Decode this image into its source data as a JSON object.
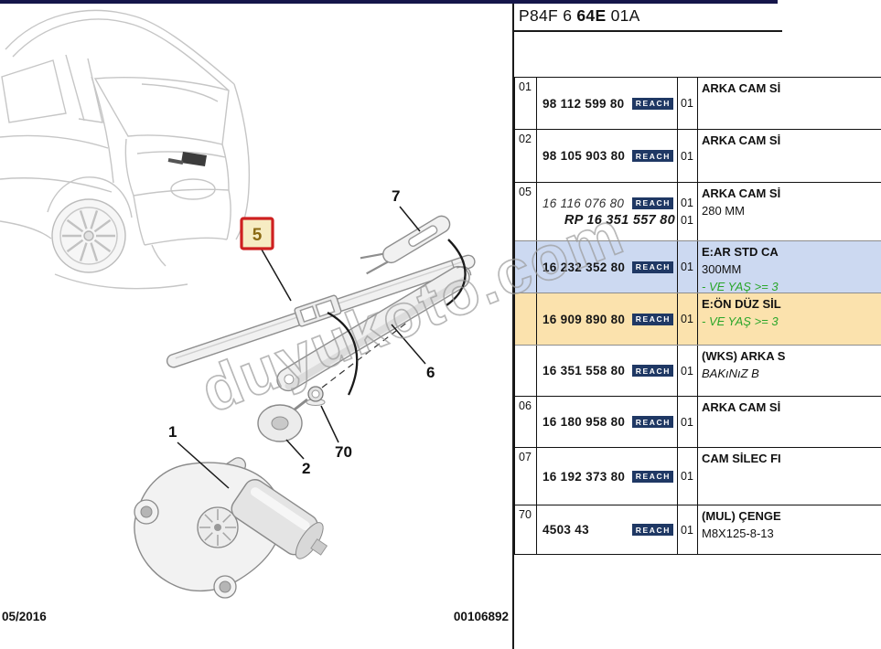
{
  "header": {
    "part1": "P84F 6 ",
    "part2_bold": "64E",
    "part3": " 01A"
  },
  "footer": {
    "date": "05/2016",
    "doc_number": "00106892"
  },
  "watermark_text": "duyukoto.com",
  "reach_label": "REACH",
  "colors": {
    "topbar_navy": "#15164a",
    "reach_badge_bg": "#1f3864",
    "highlight_blue": "#ccd9f1",
    "highlight_orange": "#fbe2ad",
    "green_text": "#2aa62a",
    "callout_border_red": "#ce2020",
    "callout_fill": "#f6ecc3",
    "callout_text": "#8a6a14"
  },
  "diagram": {
    "callout_labels": [
      "1",
      "2",
      "5",
      "6",
      "7",
      "70"
    ],
    "highlighted_callout": "5"
  },
  "table": {
    "rows": [
      {
        "ref": "01",
        "border": "none",
        "highlight": null,
        "parts": [
          {
            "num": "98 112 599 80",
            "style": "bold",
            "reach": true,
            "qty": "01"
          }
        ],
        "desc": [
          {
            "text": "ARKA CAM Sİ",
            "style": "bold"
          }
        ]
      },
      {
        "ref": "02",
        "border": "heavy",
        "highlight": null,
        "parts": [
          {
            "num": "98 105 903 80",
            "style": "bold",
            "reach": true,
            "qty": "01"
          }
        ],
        "desc": [
          {
            "text": "ARKA CAM Sİ",
            "style": "bold"
          }
        ]
      },
      {
        "ref": "05",
        "border": "heavy",
        "highlight": null,
        "parts": [
          {
            "num": "16 116 076 80",
            "style": "italic",
            "reach": true,
            "qty": "01"
          },
          {
            "num": "RP 16 351 557 80",
            "style": "bold-italic-right",
            "reach": false,
            "qty": "01"
          }
        ],
        "desc": [
          {
            "text": "ARKA CAM Sİ",
            "style": "bold"
          },
          {
            "text": "280 MM",
            "style": "normal"
          }
        ]
      },
      {
        "ref": "",
        "border": "thin",
        "highlight": "blue",
        "parts": [
          {
            "num": "16 232 352 80",
            "style": "bold",
            "reach": true,
            "qty": "01"
          }
        ],
        "desc": [
          {
            "text": "E:AR STD CA",
            "style": "bold"
          },
          {
            "text": "300MM",
            "style": "normal"
          },
          {
            "text": "- VE YAŞ >= 3",
            "style": "green"
          }
        ]
      },
      {
        "ref": "",
        "border": "thin",
        "highlight": "orange",
        "parts": [
          {
            "num": "16 909 890 80",
            "style": "bold",
            "reach": true,
            "qty": "01"
          }
        ],
        "desc": [
          {
            "text": "E:ÖN DÜZ SİL",
            "style": "bold"
          },
          {
            "text": "- VE YAŞ >= 3",
            "style": "green"
          }
        ]
      },
      {
        "ref": "",
        "border": "thin",
        "highlight": null,
        "parts": [
          {
            "num": "16 351 558 80",
            "style": "bold",
            "reach": true,
            "qty": "01"
          }
        ],
        "desc": [
          {
            "text": "(WKS) ARKA S",
            "style": "bold"
          },
          {
            "text": "BAKıNıZ B",
            "style": "italic"
          }
        ]
      },
      {
        "ref": "06",
        "border": "heavy",
        "highlight": null,
        "parts": [
          {
            "num": "16 180 958 80",
            "style": "bold",
            "reach": true,
            "qty": "01"
          }
        ],
        "desc": [
          {
            "text": "ARKA CAM Sİ",
            "style": "bold"
          }
        ]
      },
      {
        "ref": "07",
        "border": "heavy",
        "highlight": null,
        "parts": [
          {
            "num": "16 192 373 80",
            "style": "bold",
            "reach": true,
            "qty": "01"
          }
        ],
        "desc": [
          {
            "text": "CAM SİLEC FI",
            "style": "bold"
          }
        ]
      },
      {
        "ref": "70",
        "border": "heavy",
        "highlight": null,
        "parts": [
          {
            "num": "4503 43",
            "style": "bold",
            "reach": true,
            "qty": "01"
          }
        ],
        "desc": [
          {
            "text": "(MUL) ÇENGE",
            "style": "bold"
          },
          {
            "text": "M8X125-8-13",
            "style": "normal"
          }
        ]
      }
    ]
  }
}
